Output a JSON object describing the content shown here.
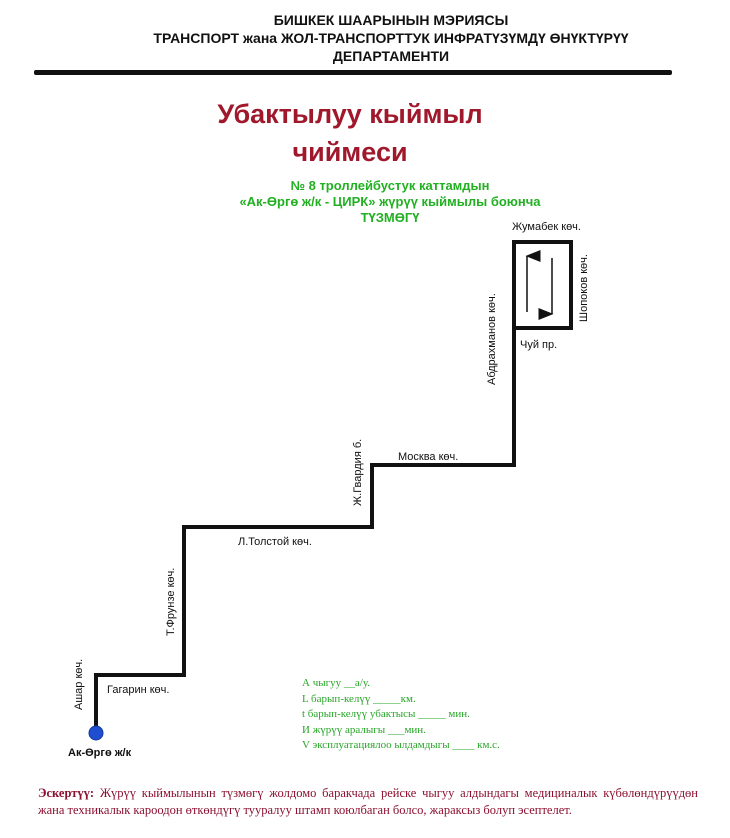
{
  "header": {
    "line1": "БИШКЕК ШААРЫНЫН МЭРИЯСЫ",
    "line2": "ТРАНСПОРТ жана ЖОЛ-ТРАНСПОРТТУК ИНФРАТҮЗҮМДҮ ӨНҮКТҮРҮҮ",
    "line3": "ДЕПАРТАМЕНТИ"
  },
  "title": {
    "line1": "Убактылуу кыймыл",
    "line2": "чиймеси"
  },
  "subtitle": {
    "line1": "№ 8 троллейбустук каттамдын",
    "line2": "«Ак-Өргө ж/к - ЦИРК» жүрүү кыймылы боюнча",
    "line3": "ТҮЗМӨГҮ"
  },
  "streets": {
    "zhumabek": "Жумабек көч.",
    "shopokov": "Шопоков көч.",
    "abdrakhmanov": "Абдрахманов көч.",
    "chuy": "Чуй пр.",
    "moskva": "Москва көч.",
    "zh_gvardiya": "Ж.Гвардия б.",
    "tolstoy": "Л.Толстой көч.",
    "frunze": "Т.Фрунзе көч.",
    "gagarin": "Гагарин көч.",
    "ashar": "Ашар көч.",
    "start": "Ак-Өргө ж/к"
  },
  "legend": [
    "А чыгуу __а/у.",
    "L барып-келүү _____км.",
    "t барып-келүү убактысы _____ мин.",
    "И жүрүү аралыгы ___мин.",
    "V эксплуатациялоо ылдамдыгы ____ км.с."
  ],
  "note": {
    "label": "Эскертүү:",
    "text": " Жүрүү кыймылынын түзмөгү жолдомо баракчада рейске чыгуу алдындагы медициналык күбөлөндүрүүдөн жана техникалык кароодон өткөндүгү тууралуу штамп коюлбаган болсо, жараксыз болуп эсептелет."
  },
  "colors": {
    "title": "#a0182b",
    "subtitle": "#22b022",
    "note": "#8b1030",
    "stop": "#1f4fd0"
  }
}
